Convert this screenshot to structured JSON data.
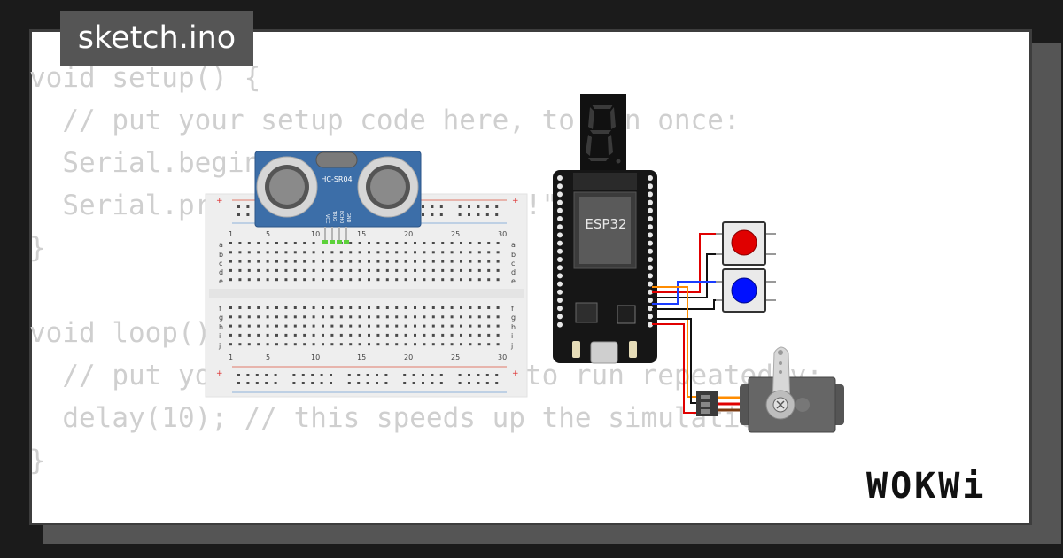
{
  "title": "sketch.ino",
  "code": {
    "lines": [
      "void setup() {",
      "  // put your setup code here, to run once:",
      "  Serial.begin(115200);",
      "  Serial.println(\"Hello, ESP32!\");",
      "}",
      "",
      "void loop() {",
      "  // put your main code here, to run repeatedly:",
      "  delay(10); // this speeds up the simulation",
      "}"
    ]
  },
  "components": {
    "ultrasonic_label": "HC-SR04",
    "ultrasonic_pins": [
      "VCC",
      "TRIG",
      "ECHO",
      "GND"
    ],
    "board_label": "ESP32",
    "breadboard_columns": [
      "1",
      "5",
      "10",
      "15",
      "20",
      "25",
      "30"
    ],
    "breadboard_rows_top": [
      "a",
      "b",
      "c",
      "d",
      "e"
    ],
    "breadboard_rows_bottom": [
      "f",
      "g",
      "h",
      "i",
      "j"
    ]
  },
  "logo": "WOKWi",
  "colors": {
    "button_red": "#e00000",
    "button_blue": "#0010ff",
    "wire_red": "#e00000",
    "wire_black": "#111111",
    "wire_blue": "#1a3cff",
    "wire_orange": "#ff8c00",
    "sensor_blue": "#3c6ea8"
  }
}
